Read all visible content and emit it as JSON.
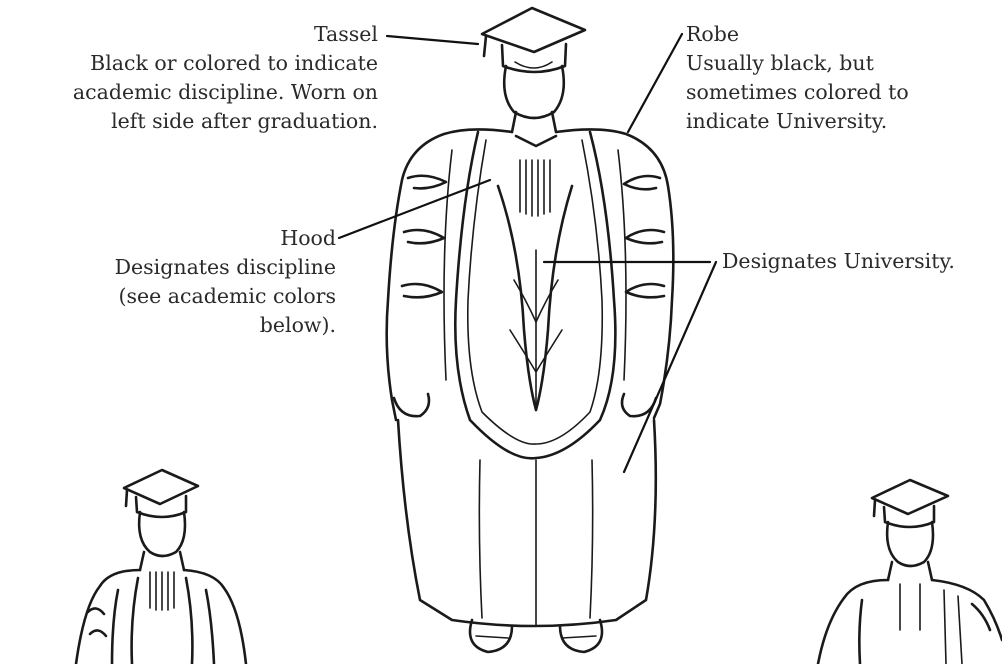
{
  "labels": {
    "tassel_title": "Tassel",
    "tassel_desc": "Black or colored to indicate\nacademic discipline. Worn on\nleft side after graduation.",
    "hood_title": "Hood",
    "hood_desc": "Designates discipline\n(see academic colors\nbelow).",
    "robe_title": "Robe",
    "robe_desc": "Usually black, but\nsometimes colored to\nindicate University.",
    "university": "Designates University."
  },
  "colors": {
    "ink": "#1a1a1a",
    "text": "#2a2a2a",
    "background": "#ffffff"
  }
}
